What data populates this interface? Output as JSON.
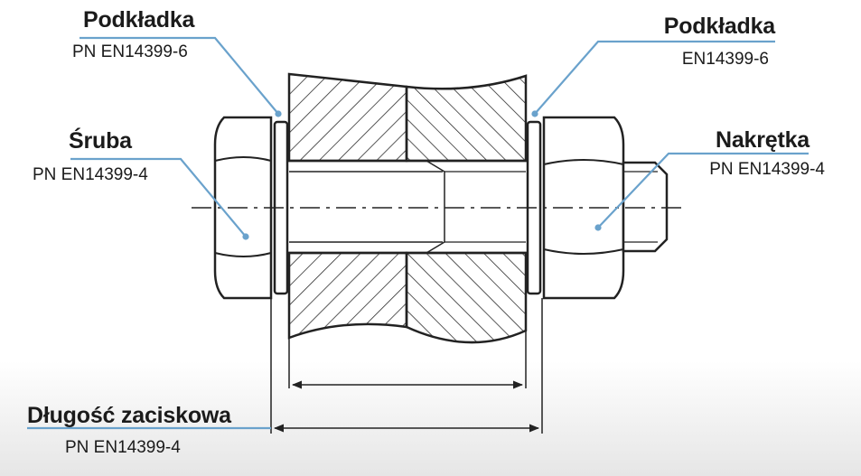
{
  "labels": {
    "washer_left": {
      "title": "Podkładka",
      "standard": "PN EN14399-6"
    },
    "washer_right": {
      "title": "Podkładka",
      "standard": "EN14399-6"
    },
    "bolt": {
      "title": "Śruba",
      "standard": "PN EN14399-4"
    },
    "nut": {
      "title": "Nakrętka",
      "standard": "PN EN14399-4"
    },
    "clamp_length": {
      "title": "Długość zaciskowa",
      "standard": "PN EN14399-4"
    }
  },
  "colors": {
    "line": "#222222",
    "leader": "#6aa2cc",
    "background_fade": "#e6e6e6"
  }
}
